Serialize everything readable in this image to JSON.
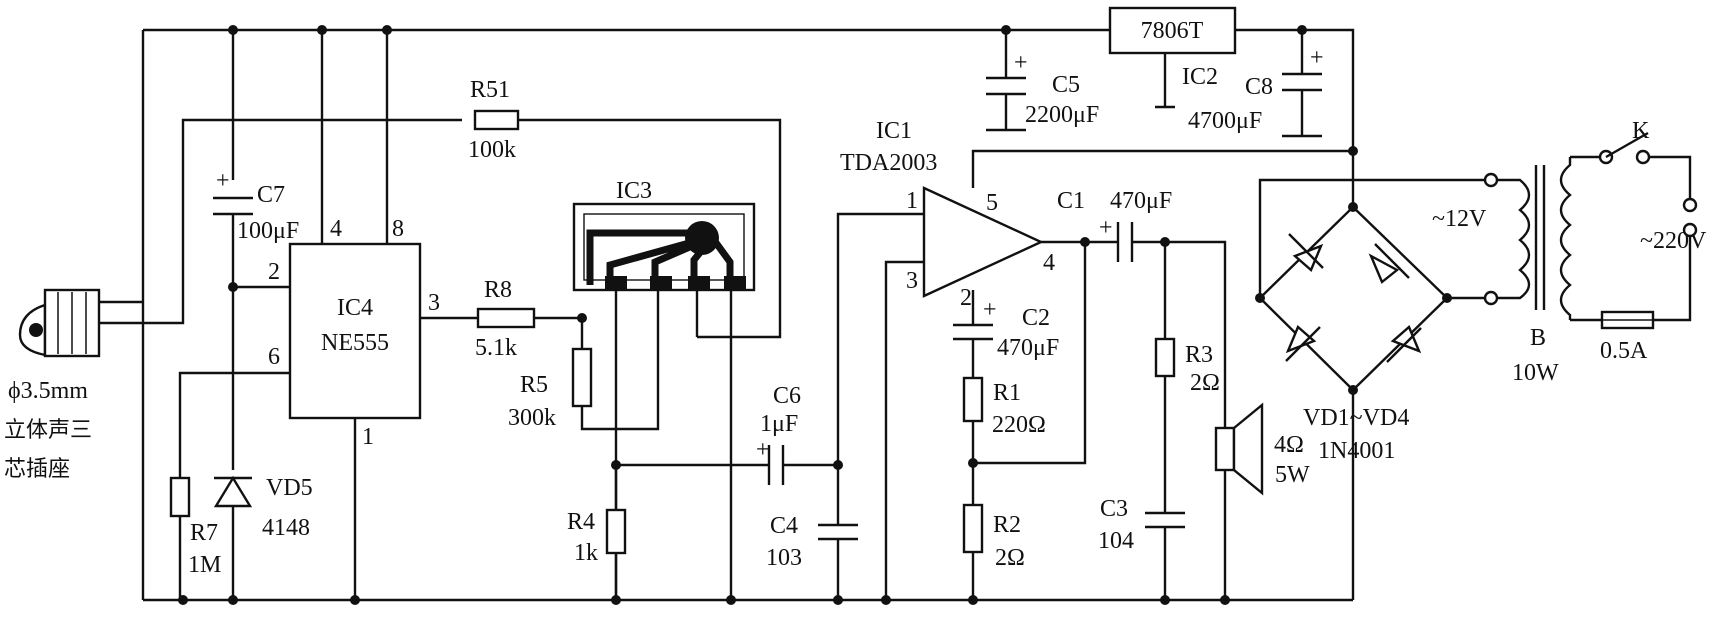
{
  "regulator": {
    "name": "7806T",
    "ref": "IC2"
  },
  "caps": {
    "c5": {
      "name": "C5",
      "value": "2200μF"
    },
    "c8": {
      "name": "C8",
      "value": "4700μF"
    },
    "c7": {
      "name": "C7",
      "value": "100μF"
    },
    "c1": {
      "name": "C1",
      "value": "470μF"
    },
    "c2": {
      "name": "C2",
      "value": "470μF"
    },
    "c6": {
      "name": "C6",
      "value": "1μF"
    },
    "c4": {
      "name": "C4",
      "value": "103"
    },
    "c3": {
      "name": "C3",
      "value": "104"
    }
  },
  "resistors": {
    "r51": {
      "name": "R51",
      "value": "100k"
    },
    "r8": {
      "name": "R8",
      "value": "5.1k"
    },
    "r5": {
      "name": "R5",
      "value": "300k"
    },
    "r4": {
      "name": "R4",
      "value": "1k"
    },
    "r7": {
      "name": "R7",
      "value": "1M"
    },
    "r1": {
      "name": "R1",
      "value": "220Ω"
    },
    "r2": {
      "name": "R2",
      "value": "2Ω"
    },
    "r3": {
      "name": "R3",
      "value": "2Ω"
    }
  },
  "ic4": {
    "name": "IC4",
    "part": "NE555",
    "pins": {
      "p1": "1",
      "p2": "2",
      "p3": "3",
      "p4": "4",
      "p6": "6",
      "p8": "8"
    }
  },
  "ic3": {
    "name": "IC3"
  },
  "ic1": {
    "name": "IC1",
    "part": "TDA2003",
    "pins": {
      "p1": "1",
      "p2": "2",
      "p3": "3",
      "p4": "4",
      "p5": "5"
    }
  },
  "diode_vd5": {
    "name": "VD5",
    "value": "4148"
  },
  "jack": {
    "label": [
      "ϕ3.5mm",
      "立体声三",
      "芯插座"
    ]
  },
  "speaker": {
    "impedance": "4Ω",
    "power": "5W"
  },
  "bridge": {
    "name": "VD1~VD4",
    "part": "1N4001"
  },
  "transformer": {
    "name": "B",
    "power": "10W",
    "secondary": "~12V",
    "primary": "~220V"
  },
  "fuse": {
    "value": "0.5A"
  },
  "switch": {
    "name": "K"
  },
  "plus": "+"
}
